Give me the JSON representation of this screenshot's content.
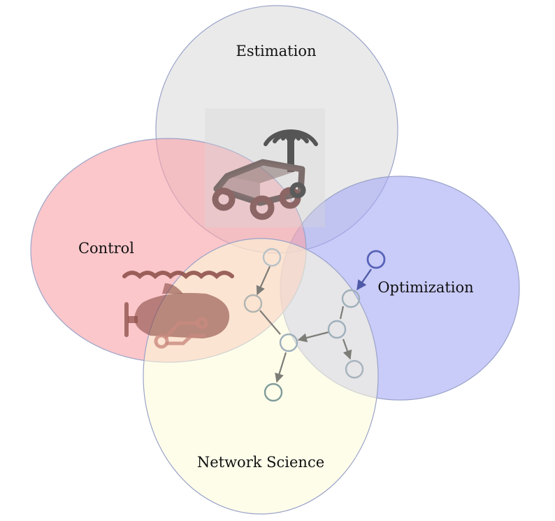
{
  "venn": {
    "sets": [
      {
        "id": "estimation",
        "label": "Estimation",
        "color": "#e3e3e3"
      },
      {
        "id": "control",
        "label": "Control",
        "color": "#f8a5ab"
      },
      {
        "id": "optimization",
        "label": "Optimization",
        "color": "#a5a8f4"
      },
      {
        "id": "network",
        "label": "Network Science",
        "color": "#fdfcd8"
      }
    ],
    "outline_color": "#9aa3c8"
  },
  "icons": [
    {
      "name": "ground-robot-antenna-icon",
      "color": "#555555"
    },
    {
      "name": "underwater-robot-icon",
      "color": "#8a4b45"
    },
    {
      "name": "network-graph-icon",
      "color": "#8e9ea6"
    }
  ]
}
